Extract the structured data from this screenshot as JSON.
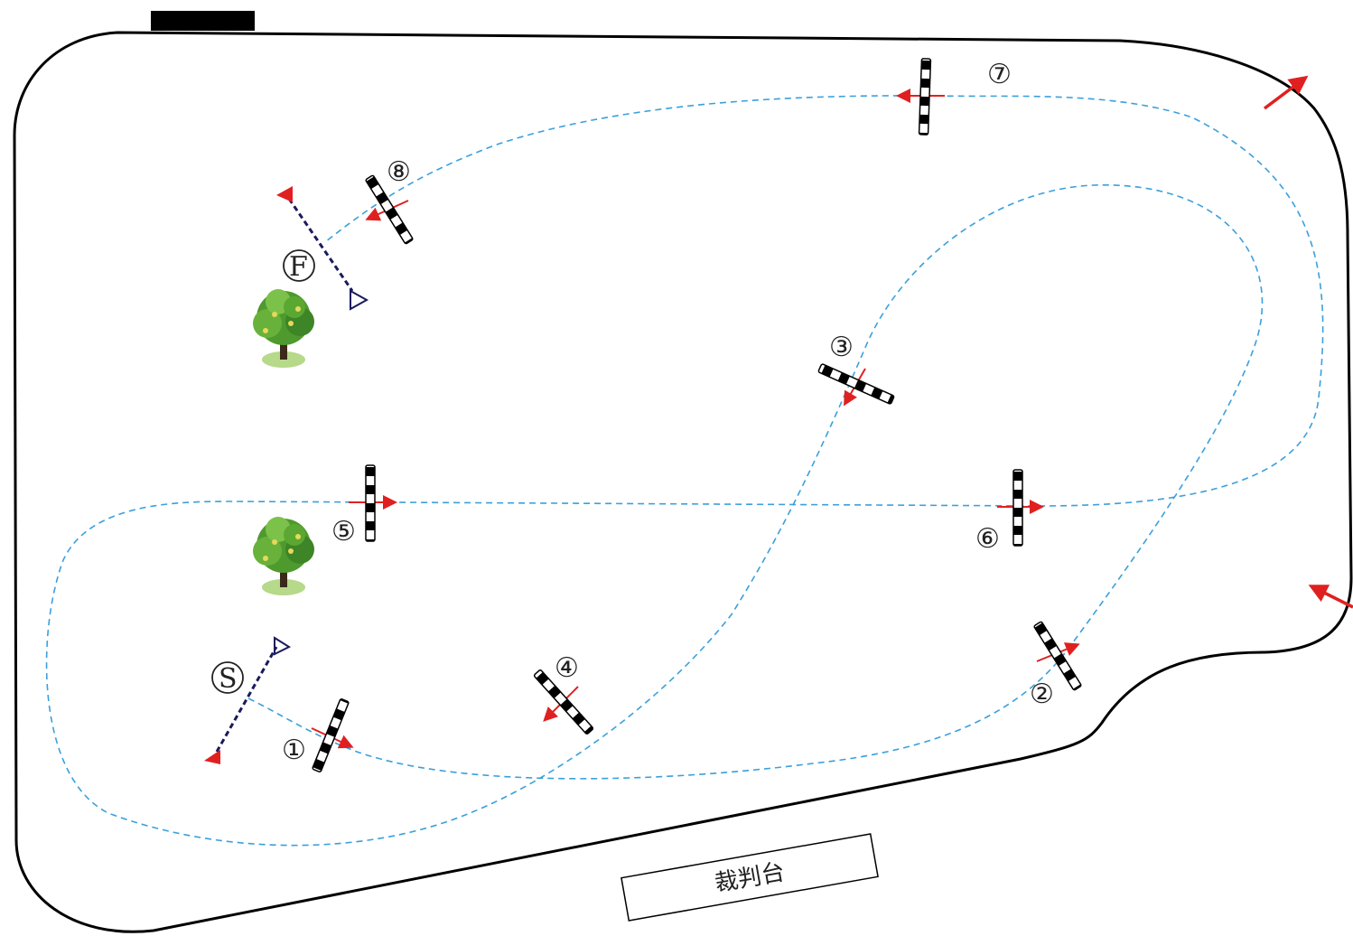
{
  "diagram": {
    "judge_stand_label": "裁判台",
    "start_label": "S",
    "finish_label": "F",
    "obstacles": [
      {
        "id": "1",
        "label": "①"
      },
      {
        "id": "2",
        "label": "②"
      },
      {
        "id": "3",
        "label": "③"
      },
      {
        "id": "4",
        "label": "④"
      },
      {
        "id": "5",
        "label": "⑤"
      },
      {
        "id": "6",
        "label": "⑥"
      },
      {
        "id": "7",
        "label": "⑦"
      },
      {
        "id": "8",
        "label": "⑧"
      }
    ],
    "colors": {
      "course_path": "#3aa0dc",
      "direction_arrow": "#e02020",
      "start_finish_line": "#1a1a5e",
      "outline": "#000000",
      "tree_leaves": "#4f9a2e",
      "tree_ground": "#b6d98a"
    },
    "icons": [
      "tree-icon",
      "arrow-icon",
      "flag-marker-icon"
    ]
  }
}
